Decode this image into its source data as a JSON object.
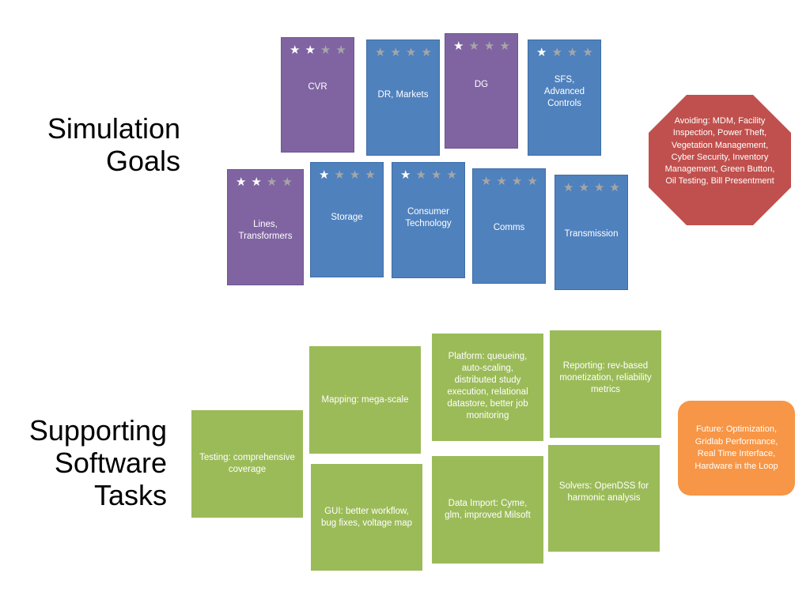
{
  "headings": {
    "simulation": [
      "Simulation",
      "Goals"
    ],
    "supporting": [
      "Supporting",
      "Software",
      "Tasks"
    ]
  },
  "goals": [
    {
      "label": "CVR",
      "stars_filled": 2,
      "stars_total": 4,
      "color": "#8064a2"
    },
    {
      "label": "DR, Markets",
      "stars_filled": 0,
      "stars_total": 4,
      "color": "#4f81bd"
    },
    {
      "label": "DG",
      "stars_filled": 1,
      "stars_total": 4,
      "color": "#8064a2"
    },
    {
      "label": "SFS,\nAdvanced\nControls",
      "stars_filled": 1,
      "stars_total": 4,
      "color": "#4f81bd"
    },
    {
      "label": "Lines,\nTransformers",
      "stars_filled": 2,
      "stars_total": 4,
      "color": "#8064a2"
    },
    {
      "label": "Storage",
      "stars_filled": 1,
      "stars_total": 4,
      "color": "#4f81bd"
    },
    {
      "label": "Consumer\nTechnology",
      "stars_filled": 1,
      "stars_total": 4,
      "color": "#4f81bd"
    },
    {
      "label": "Comms",
      "stars_filled": 0,
      "stars_total": 4,
      "color": "#4f81bd"
    },
    {
      "label": "Transmission",
      "stars_filled": 0,
      "stars_total": 4,
      "color": "#4f81bd"
    }
  ],
  "avoiding": {
    "text": "Avoiding: MDM, Facility Inspection, Power Theft, Vegetation Management, Cyber Security, Inventory Management, Green Button, Oil Testing, Bill Presentment",
    "color": "#c0504d"
  },
  "tasks": [
    {
      "label": "Testing: comprehensive coverage"
    },
    {
      "label": "Mapping: mega-scale"
    },
    {
      "label": "GUI: better workflow, bug fixes, voltage map"
    },
    {
      "label": "Platform: queueing, auto-scaling, distributed study execution, relational datastore, better job monitoring"
    },
    {
      "label": "Data Import: Cyme, glm, improved Milsoft"
    },
    {
      "label": "Reporting: rev-based monetization, reliability metrics"
    },
    {
      "label": "Solvers: OpenDSS for harmonic analysis"
    }
  ],
  "future": {
    "text": "Future: Optimization, Gridlab Performance, Real Time Interface, Hardware in the Loop",
    "color": "#f79646"
  },
  "colors": {
    "purple": "#8064a2",
    "blue": "#4f81bd",
    "green": "#9bbb59",
    "star_on": "#ffffff",
    "star_off": "#a6a6a6"
  },
  "icons": {
    "star": "star-icon"
  }
}
